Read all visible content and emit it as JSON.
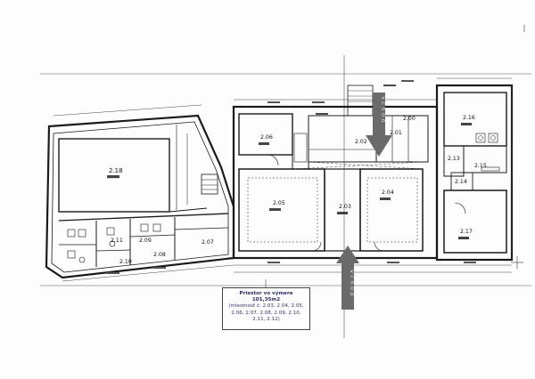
{
  "rooms": {
    "r218_left": "2.18",
    "r206": "2.06",
    "r205": "2.05",
    "r203": "2.03",
    "r204": "2.04",
    "r202": "2.02",
    "r201": "2.01",
    "r200": "2.00",
    "r213": "2.13",
    "r214": "2.14",
    "r215": "2.15",
    "r216": "2.16",
    "r217": "2.17",
    "r207": "2.07",
    "r208": "2.08",
    "r209": "2.09",
    "r210": "2.10",
    "r211": "2.11"
  },
  "entrances": {
    "top": "vchod",
    "bottom": "vchod"
  },
  "callout": {
    "title": "Priestor vo výmere 101,35m2",
    "body": "(miestnosť č. 2.03, 2.04, 2.05, 2.06, 2.07, 2.08, 2.09, 2.10, 2.11, 2.12)"
  },
  "colors": {
    "wall": "#1a1a1a",
    "arrow": "#6a6a6a",
    "callout_text": "#2f2f7a"
  }
}
